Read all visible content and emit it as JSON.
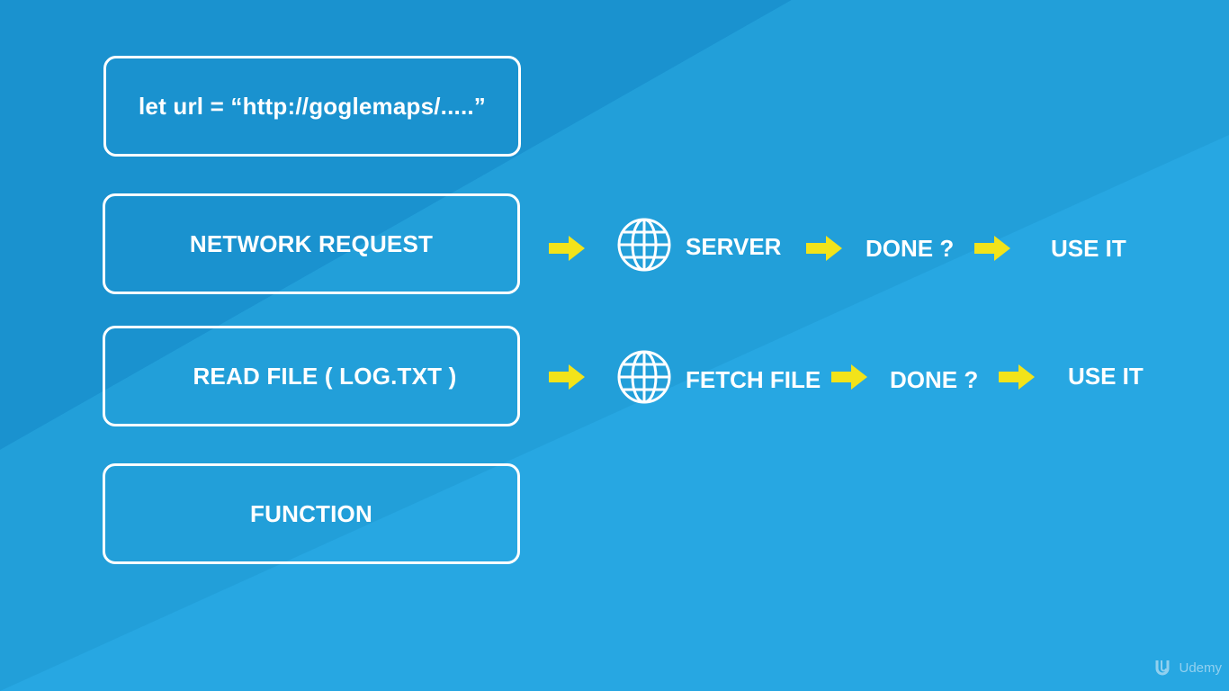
{
  "colors": {
    "background_dark": "#1a92cf",
    "background_mid": "#229fd9",
    "background_light": "#27a7e2",
    "arrow": "#f2e31a",
    "line": "#ffffff"
  },
  "boxes": {
    "url": "let url = “http://goglemaps/.....”",
    "network_request": "NETWORK REQUEST",
    "read_file": "READ FILE ( LOG.TXT )",
    "function": "FUNCTION"
  },
  "flow_network": {
    "icon": "globe-icon",
    "step1": "SERVER",
    "step2": "DONE ?",
    "step3": "USE IT"
  },
  "flow_file": {
    "icon": "globe-icon",
    "step1": "FETCH FILE",
    "step2": "DONE ?",
    "step3": "USE IT"
  },
  "watermark": {
    "brand": "Udemy",
    "icon": "udemy-logo-icon"
  }
}
